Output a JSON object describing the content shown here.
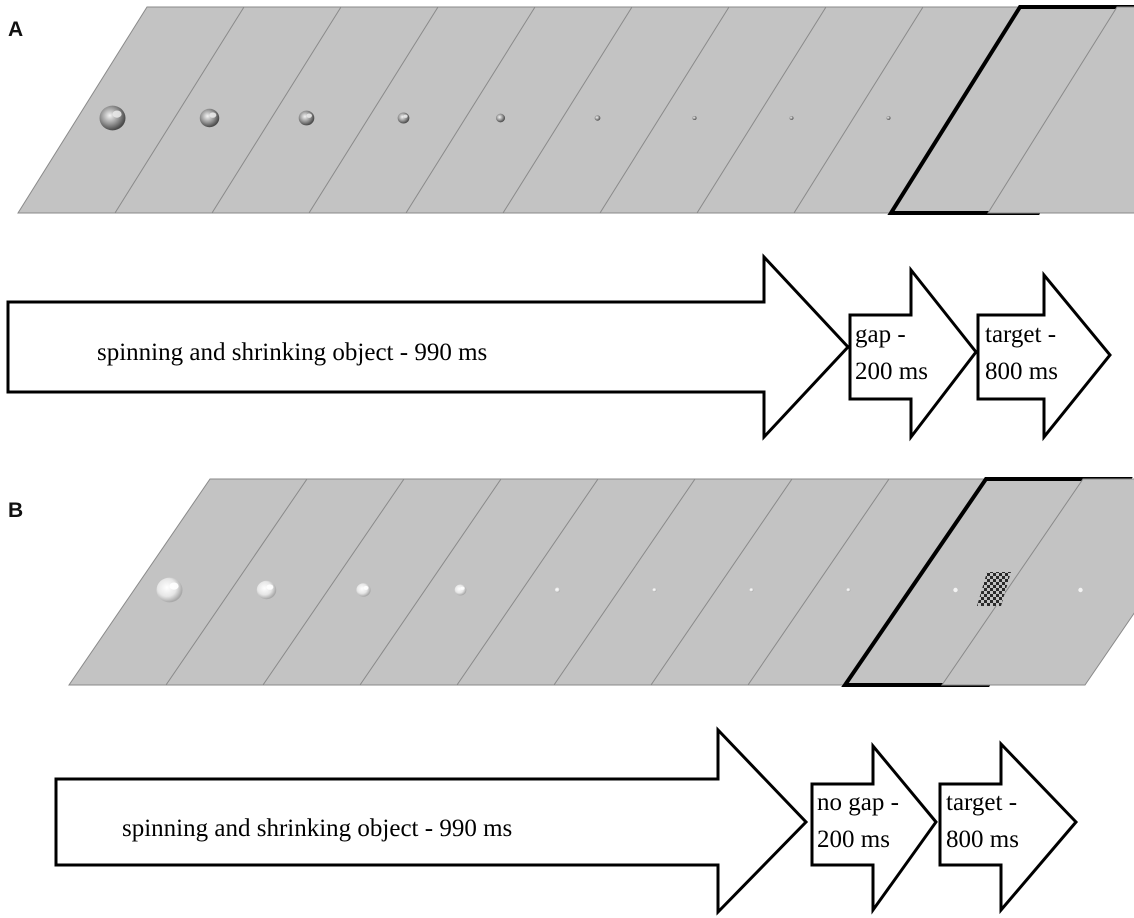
{
  "panels": [
    {
      "label": "A",
      "frames": [
        {
          "kind": "object",
          "stimulus_scale": 1.0
        },
        {
          "kind": "object",
          "stimulus_scale": 0.75
        },
        {
          "kind": "object",
          "stimulus_scale": 0.6
        },
        {
          "kind": "object",
          "stimulus_scale": 0.45
        },
        {
          "kind": "object",
          "stimulus_scale": 0.35
        },
        {
          "kind": "object",
          "stimulus_scale": 0.22
        },
        {
          "kind": "object",
          "stimulus_scale": 0.16
        },
        {
          "kind": "object",
          "stimulus_scale": 0.12
        },
        {
          "kind": "object",
          "stimulus_scale": 0.1
        },
        {
          "kind": "gap"
        },
        {
          "kind": "target",
          "central_dot": false
        }
      ],
      "arrows": [
        {
          "lines": [
            "spinning and shrinking object - 990 ms"
          ]
        },
        {
          "lines": [
            "gap -",
            "200 ms"
          ]
        },
        {
          "lines": [
            "target -",
            "800 ms"
          ]
        }
      ]
    },
    {
      "label": "B",
      "frames": [
        {
          "kind": "object",
          "stimulus_scale": 1.0
        },
        {
          "kind": "object",
          "stimulus_scale": 0.75
        },
        {
          "kind": "object",
          "stimulus_scale": 0.55
        },
        {
          "kind": "object",
          "stimulus_scale": 0.45
        },
        {
          "kind": "object",
          "stimulus_scale": 0.2
        },
        {
          "kind": "object",
          "stimulus_scale": 0.12
        },
        {
          "kind": "object",
          "stimulus_scale": 0.12
        },
        {
          "kind": "object",
          "stimulus_scale": 0.12
        },
        {
          "kind": "gap",
          "central_dot": true
        },
        {
          "kind": "target",
          "central_dot": true
        }
      ],
      "arrows": [
        {
          "lines": [
            "spinning and shrinking object - 990 ms"
          ]
        },
        {
          "lines": [
            "no gap -",
            "200 ms"
          ]
        },
        {
          "lines": [
            "target -",
            "800 ms"
          ]
        }
      ]
    }
  ]
}
